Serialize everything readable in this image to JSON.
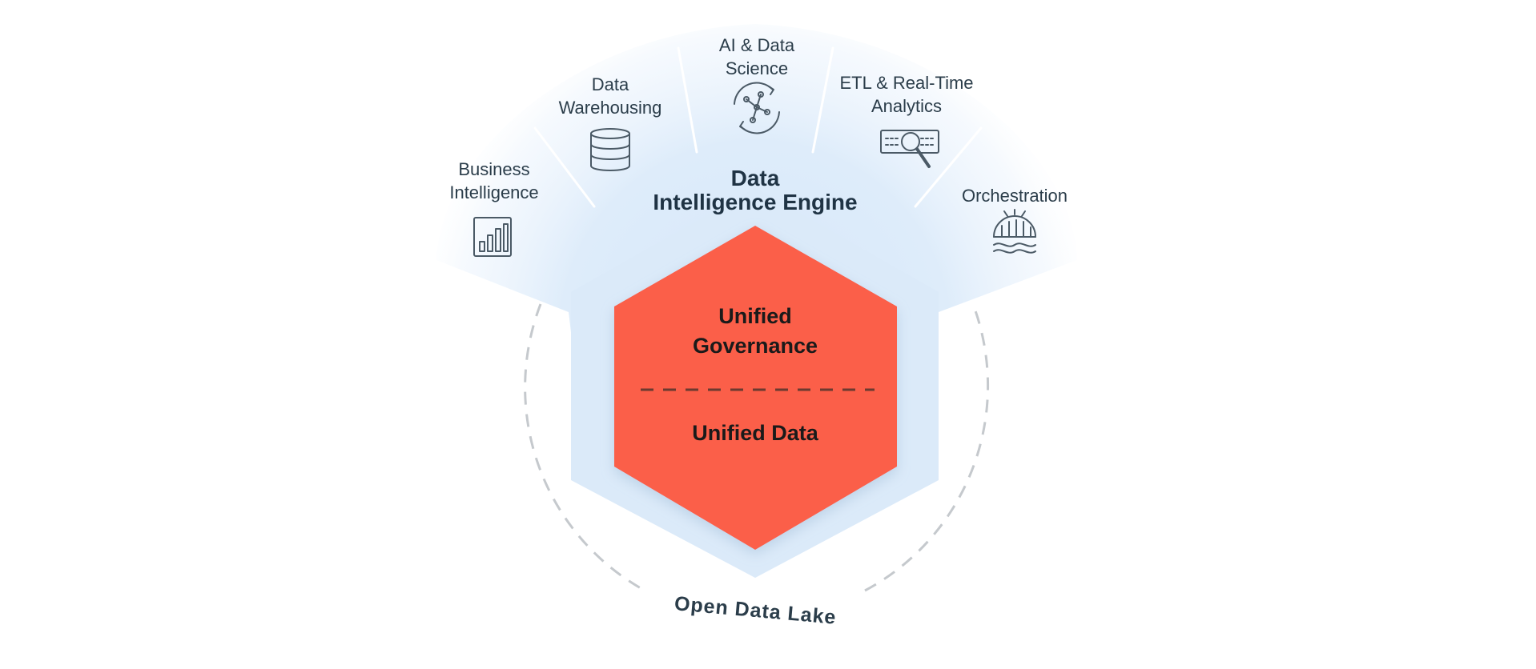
{
  "engine": {
    "title_line1": "Data",
    "title_line2": "Intelligence Engine"
  },
  "capabilities": [
    {
      "line1": "Business",
      "line2": "Intelligence",
      "icon": "bar-chart-icon"
    },
    {
      "line1": "Data",
      "line2": "Warehousing",
      "icon": "database-icon"
    },
    {
      "line1": "AI & Data",
      "line2": "Science",
      "icon": "network-icon"
    },
    {
      "line1": "ETL & Real-Time",
      "line2": "Analytics",
      "icon": "magnifier-pipeline-icon"
    },
    {
      "line1": "Orchestration",
      "line2": "",
      "icon": "gear-workflow-icon"
    }
  ],
  "core": {
    "governance_line1": "Unified",
    "governance_line2": "Governance",
    "data": "Unified Data"
  },
  "lake": {
    "label": "Open Data Lake"
  },
  "colors": {
    "hexagon": "#fb5f48",
    "halo": "#dbeaf9",
    "lake_ring": "#c5c9cd",
    "text": "#2b3d4a"
  }
}
